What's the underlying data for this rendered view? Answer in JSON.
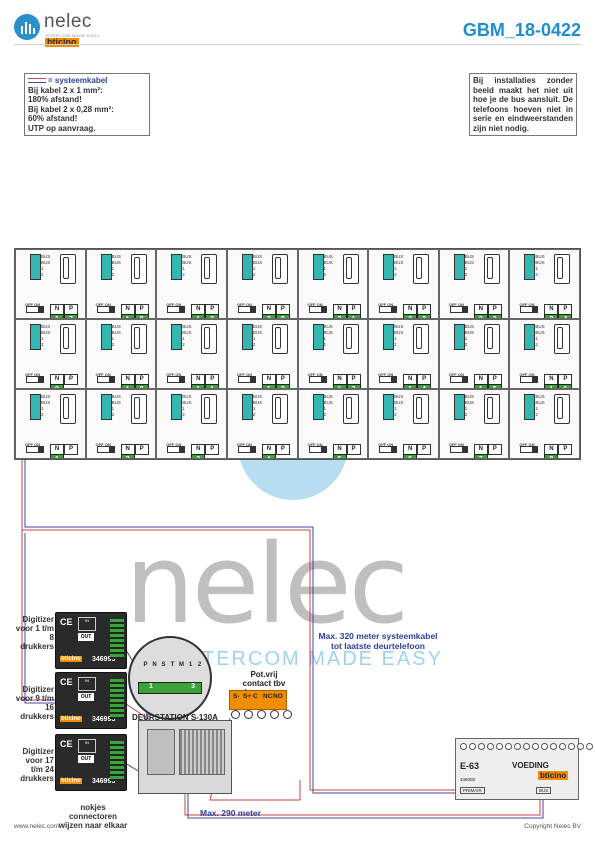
{
  "header": {
    "brand_name": "nelec",
    "brand_tagline": "INTERCOM MADE EASY",
    "partner_brand": "bticino",
    "doc_id": "GBM_18-0422"
  },
  "notes": {
    "left": {
      "legend": "= systeemkabel",
      "lines": [
        "Bij kabel 2 x 1 mm²:",
        "180% afstand!",
        "Bij kabel 2 x 0,28 mm²:",
        "60% afstand!",
        "UTP op aanvraag."
      ]
    },
    "right": "Bij installaties zonder beeld maakt het niet uit hoe je de bus aansluit. De telefoons hoeven niet in serie en eindweerstanden zijn niet nodig."
  },
  "phone_grid": {
    "switch_label": "OFF ON",
    "n_label": "N",
    "p_label": "P",
    "terminal_labels": [
      "BUS",
      "BUS",
      "1",
      "2"
    ],
    "rows": [
      [
        "1 7",
        "1 8",
        "1 9",
        "2 0",
        "2 1",
        "2 2",
        "2 3",
        "2 4"
      ],
      [
        "9",
        "1 0",
        "1 1",
        "1 2",
        "1 3",
        "1 4",
        "1 5",
        "1 6"
      ],
      [
        "1",
        "2",
        "3",
        "4",
        "5",
        "6",
        "7",
        "8"
      ]
    ]
  },
  "watermark": {
    "main": "nelec",
    "sub": "INTERCOM MADE EASY"
  },
  "digitizers": [
    {
      "label": "Digitizer voor 1 t/m 8 drukkers",
      "code": "346993",
      "ce": "CE",
      "out": "OUT",
      "in": "IN",
      "brand": "bticino"
    },
    {
      "label": "Digitizer voor 9 t/m 16 drukkers",
      "code": "346993",
      "ce": "CE",
      "out": "OUT",
      "in": "IN",
      "brand": "bticino"
    },
    {
      "label": "Digitizer voor 17 t/m 24 drukkers",
      "code": "346993",
      "ce": "CE",
      "out": "OUT",
      "in": "IN",
      "brand": "bticino"
    }
  ],
  "zoom": {
    "terminals": [
      "P",
      "N",
      "S",
      "T",
      "M",
      "1",
      "2"
    ],
    "left_num": "1",
    "right_num": "3"
  },
  "door_station": {
    "label": "DEURSTATION S-130A"
  },
  "relay": {
    "label": "Pot.vrij contact tbv deuropener",
    "terminals": [
      "S-",
      "S+",
      "C",
      "NC",
      "NO"
    ]
  },
  "cable_notes": {
    "max_320": "Max. 320 meter systeemkabel tot laatste deurtelefoon",
    "max_290": "Max. 290 meter"
  },
  "connector_note": "nokjes connectoren wijzen naar elkaar",
  "power_supply": {
    "model": "E-63",
    "title": "VOEDING",
    "code": "346000",
    "brand": "bticino",
    "primair": "PRIMAIR",
    "bus": "BUS"
  },
  "footer": {
    "left": "www.nelec.com",
    "right": "Copyright Nelec BV"
  },
  "colors": {
    "accent": "#1f8ed0",
    "cable_red": "#c44444",
    "cable_blue": "#4444aa",
    "bticino_orange": "#f28c00",
    "green": "#3aa33a"
  }
}
